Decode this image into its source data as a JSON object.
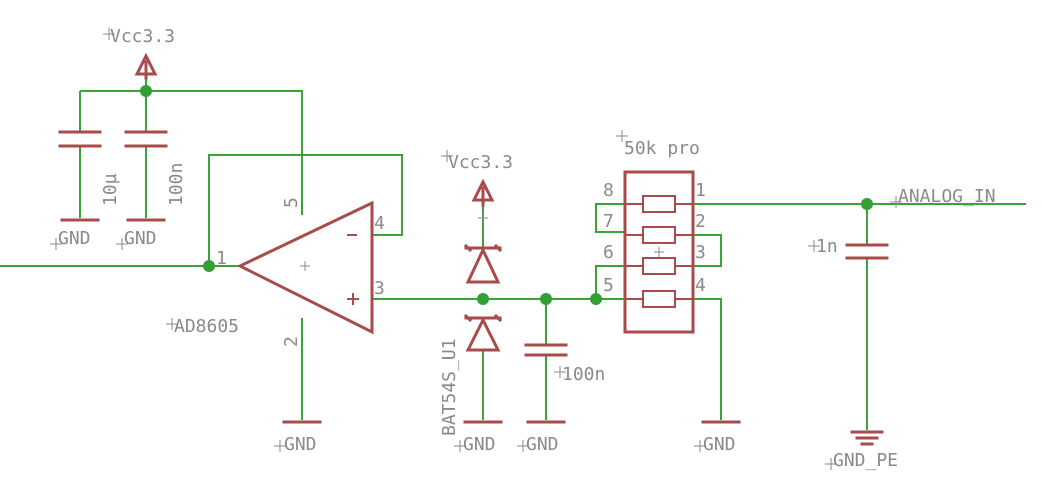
{
  "labels": {
    "vcc_top": "Vcc3.3",
    "vcc_diode": "Vcc3.3",
    "cap_10u": "10µ",
    "cap_100n_top": "100n",
    "gnd_cap1": "GND",
    "gnd_cap2": "GND",
    "opamp_part": "AD8605",
    "gnd_opamp": "GND",
    "diode_part": "BAT54S_U1",
    "gnd_diode": "GND",
    "cap_100n_bottom": "100n",
    "gnd_cap3": "GND",
    "pot_part": "50k pro",
    "gnd_pot": "GND",
    "net_analog_in": "ANALOG_IN",
    "cap_1n": "1n",
    "gnd_pe": "GND_PE"
  },
  "opamp_pins": {
    "p1": "1",
    "p2": "2",
    "p3": "3",
    "p4": "4",
    "p5": "5",
    "minus": "−",
    "plus": "+"
  },
  "pot_pins": {
    "p1": "1",
    "p2": "2",
    "p3": "3",
    "p4": "4",
    "p5": "5",
    "p6": "6",
    "p7": "7",
    "p8": "8"
  },
  "colors": {
    "wire": "#3aa33a",
    "part": "#a84b4b",
    "label": "#8a8a8a",
    "junction": "#33a033"
  }
}
